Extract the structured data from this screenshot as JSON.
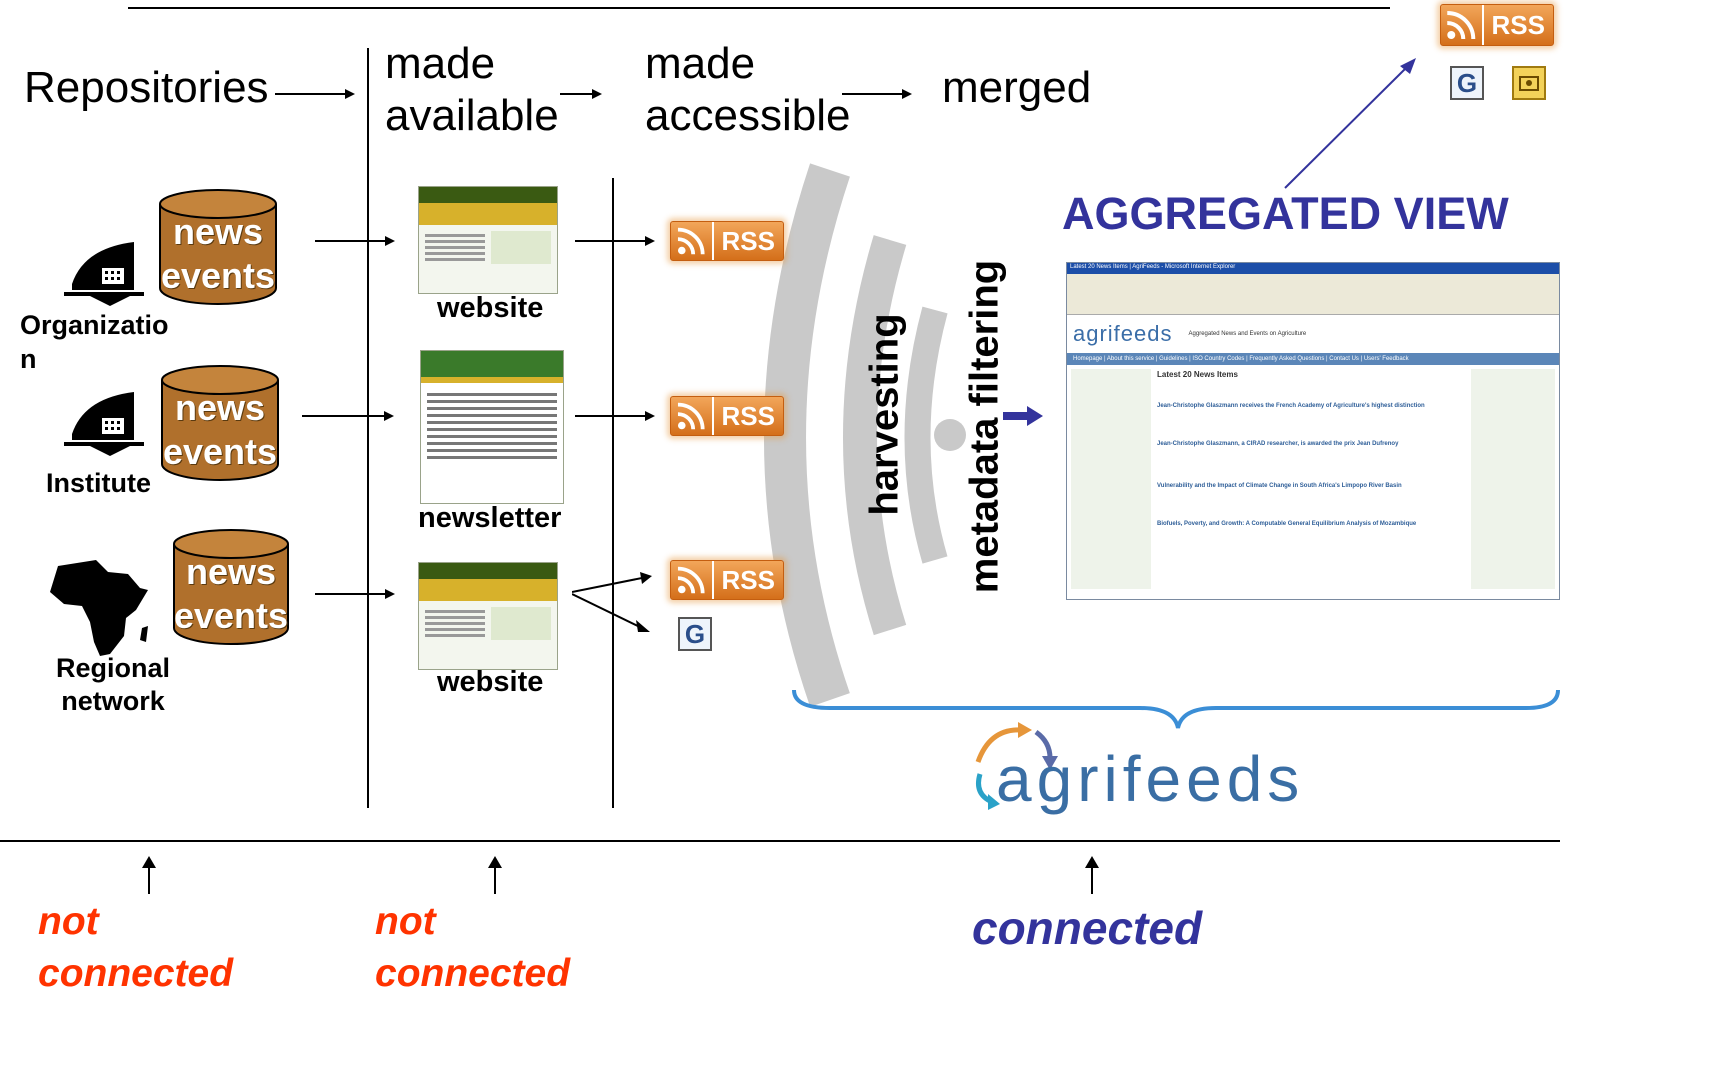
{
  "stages": {
    "repositories": "Repositories",
    "made_available_1": "made",
    "made_available_2": "available",
    "made_accessible_1": "made",
    "made_accessible_2": "accessible",
    "merged": "merged"
  },
  "sources": [
    {
      "cyl_line1": "news",
      "cyl_line2": "events",
      "label_line1": "Organizatio",
      "label_line2": "n",
      "output": "website"
    },
    {
      "cyl_line1": "news",
      "cyl_line2": "events",
      "label_line1": "Institute",
      "label_line2": "",
      "output": "newsletter"
    },
    {
      "cyl_line1": "news",
      "cyl_line2": "events",
      "label_line1": "Regional",
      "label_line2": "network",
      "output": "website"
    }
  ],
  "rss_label": "RSS",
  "process": {
    "harvesting": "harvesting",
    "filtering": "metadata filtering"
  },
  "aggregated_view": "AGGREGATED VIEW",
  "brand": "agrifeeds",
  "status": {
    "not_connected_1": "not",
    "not_connected_2": "connected",
    "not_connected_3": "not",
    "not_connected_4": "connected",
    "connected": "connected"
  },
  "screenshot": {
    "window_title": "Latest 20 News Items | AgriFeeds - Microsoft Internet Explorer",
    "heading": "Latest 20 News Items",
    "tagline": "Aggregated News and Events on Agriculture",
    "nav": "Homepage | About this service | Guidelines | ISO Country Codes | Frequently Asked Questions | Contact Us | Users' Feedback",
    "news_items": [
      "Jean-Christophe Glaszmann receives the French Academy of Agriculture's highest distinction",
      "Jean-Christophe Glaszmann, a CIRAD researcher, is awarded the prix Jean Dufrenoy",
      "Vulnerability and the Impact of Climate Change in South Africa's Limpopo River Basin",
      "Biofuels, Poverty, and Growth: A Computable General Equilibrium Analysis of Mozambique"
    ]
  },
  "colors": {
    "accent_blue": "#33339c",
    "status_red": "#ff3300",
    "brace_blue": "#3b8ed6",
    "cylinder": "#b0702c",
    "rss": "#e0852e"
  }
}
